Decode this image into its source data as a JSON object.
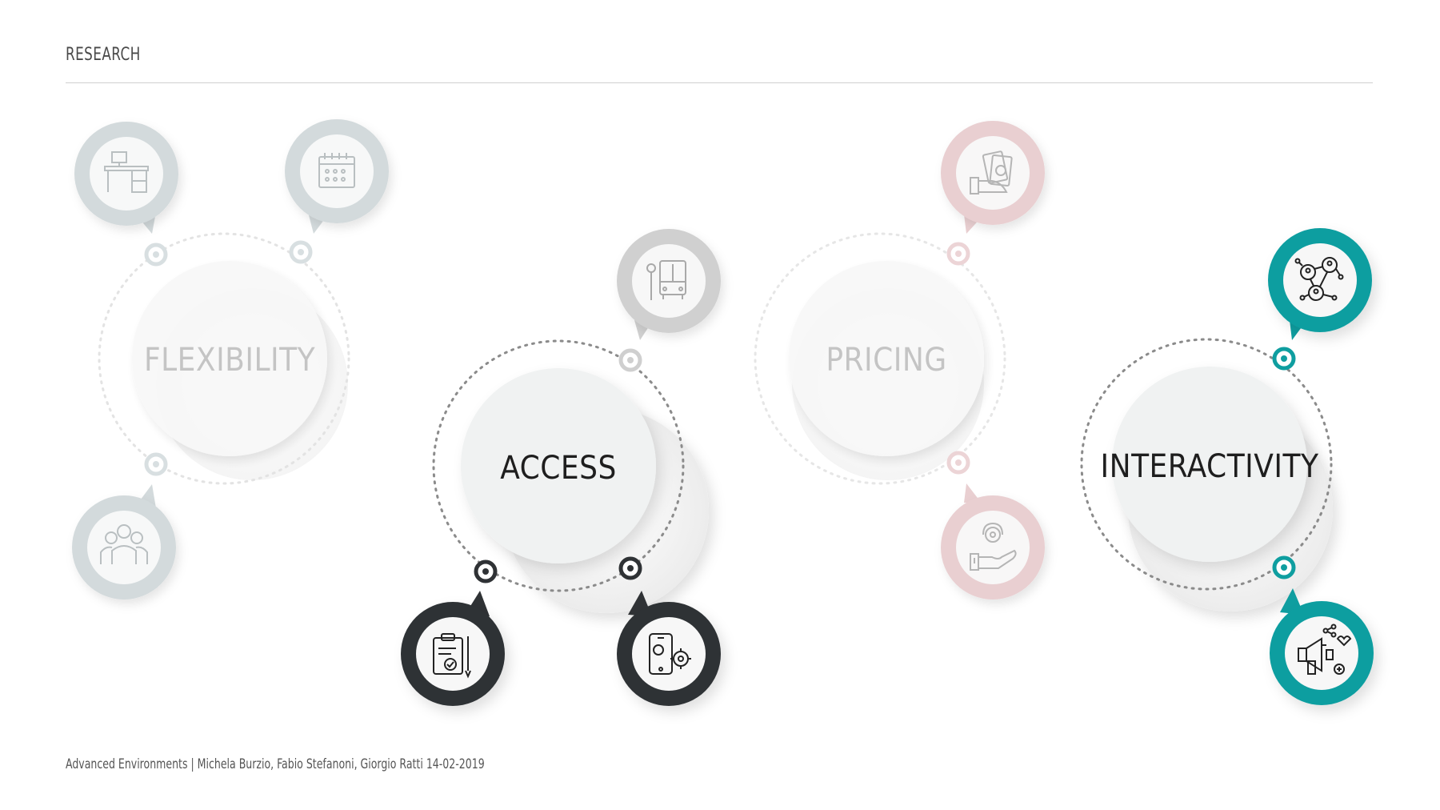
{
  "header": {
    "title": "RESEARCH"
  },
  "footer": {
    "text": "Advanced Environments | Michela Burzio, Fabio Stefanoni, Giorgio Ratti 14-02-2019"
  },
  "colors": {
    "gray": "#d3dadc",
    "silver": "#d0d0d0",
    "pink": "#e9cfd1",
    "dark": "#2f3235",
    "teal": "#0f9ea0",
    "faded_text": "#bdbdbd",
    "active_text": "#1e1e1e"
  },
  "nodes": [
    {
      "label": "FLEXIBILITY",
      "state": "faded",
      "badges": [
        {
          "icon": "desk-icon",
          "color": "gray"
        },
        {
          "icon": "calendar-icon",
          "color": "gray"
        },
        {
          "icon": "team-icon",
          "color": "gray"
        }
      ]
    },
    {
      "label": "ACCESS",
      "state": "active",
      "badges": [
        {
          "icon": "bus-stop-icon",
          "color": "silver"
        },
        {
          "icon": "clipboard-check-icon",
          "color": "dark"
        },
        {
          "icon": "phone-gears-icon",
          "color": "dark"
        }
      ]
    },
    {
      "label": "PRICING",
      "state": "faded",
      "badges": [
        {
          "icon": "money-hand-icon",
          "color": "pink"
        },
        {
          "icon": "support-hand-icon",
          "color": "pink"
        }
      ]
    },
    {
      "label": "INTERACTIVITY",
      "state": "active",
      "badges": [
        {
          "icon": "network-users-icon",
          "color": "teal"
        },
        {
          "icon": "megaphone-social-icon",
          "color": "teal"
        }
      ]
    }
  ]
}
